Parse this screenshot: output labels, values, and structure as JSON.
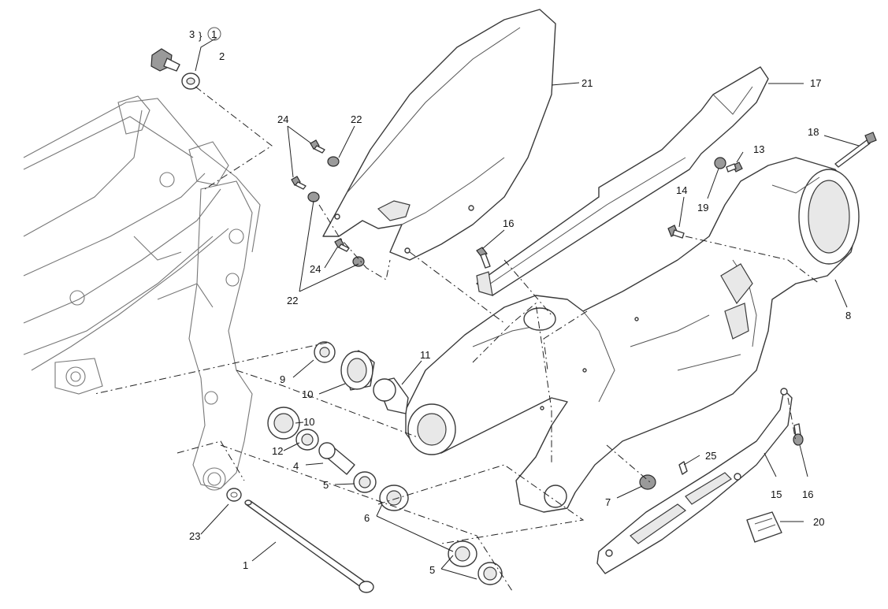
{
  "diagram": {
    "callouts": {
      "c1": "1",
      "c2": "2",
      "c3": "3",
      "c3_note": "1",
      "c4": "4",
      "c5a": "5",
      "c5b": "5",
      "c6": "6",
      "c7": "7",
      "c8": "8",
      "c9": "9",
      "c10a": "10",
      "c10b": "10",
      "c11": "11",
      "c12": "12",
      "c13": "13",
      "c14": "14",
      "c15": "15",
      "c16a": "16",
      "c16b": "16",
      "c17": "17",
      "c18": "18",
      "c19": "19",
      "c20": "20",
      "c21": "21",
      "c22a": "22",
      "c22b": "22",
      "c23": "23",
      "c24a": "24",
      "c24b": "24",
      "c25": "25"
    }
  }
}
